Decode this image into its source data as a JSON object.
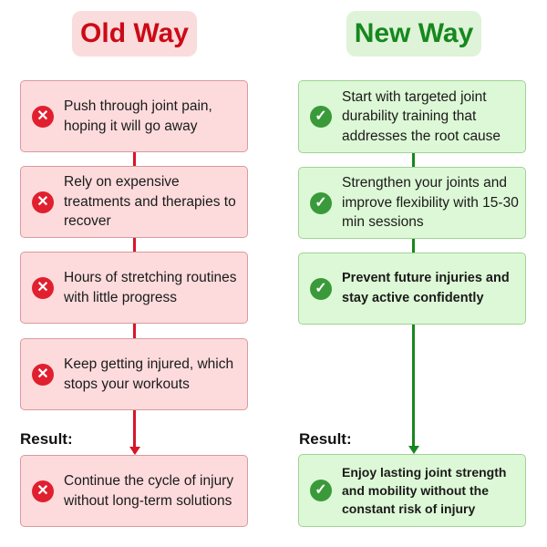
{
  "old": {
    "title": "Old Way",
    "items": [
      "Push through joint pain, hoping it will go away",
      "Rely on expensive treatments and therapies to recover",
      "Hours of stretching routines with little progress",
      "Keep getting injured, which stops your workouts"
    ],
    "result_label": "Result:",
    "result": "Continue the cycle of injury without long-term solutions",
    "icon": "x-circle-icon",
    "color": "#cc0a17"
  },
  "new": {
    "title": "New Way",
    "items": [
      "Start with targeted joint durability training that addresses the root cause",
      "Strengthen your joints and improve flexibility with 15-30 min sessions",
      "Prevent future injuries and stay active confidently"
    ],
    "result_label": "Result:",
    "result": "Enjoy lasting joint strength and mobility without the constant risk of injury",
    "icon": "check-circle-icon",
    "color": "#16881e"
  }
}
